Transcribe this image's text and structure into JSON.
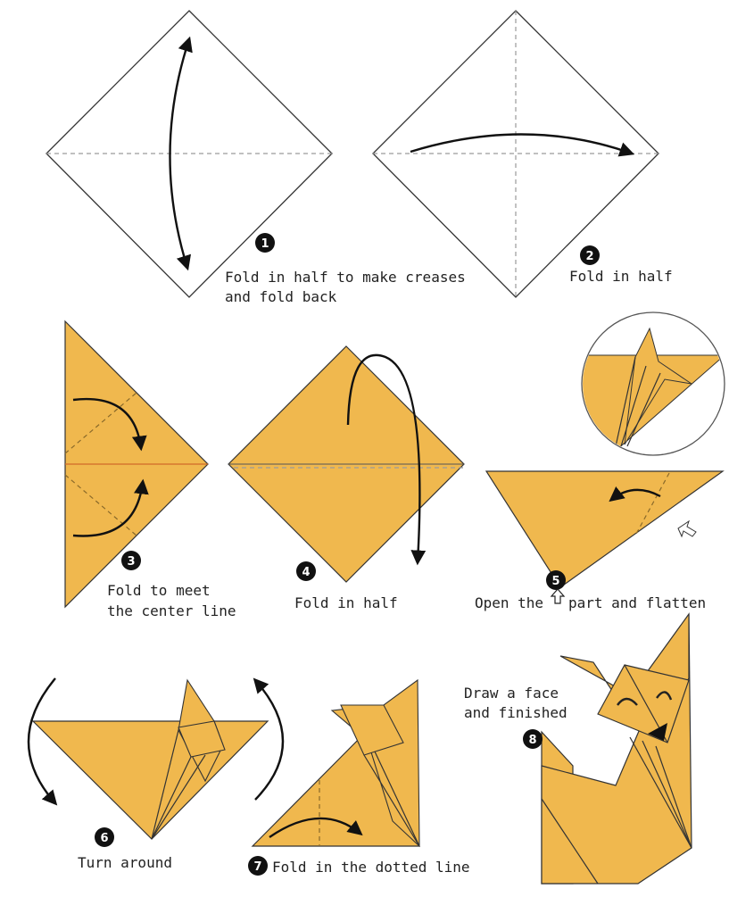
{
  "colors": {
    "paper": "#f0b84e",
    "paper_dark": "#d99a2e",
    "white_paper": "#ffffff",
    "line": "#333333",
    "badge": "#111111",
    "eye_mark": "#222222",
    "nose": "#111111"
  },
  "steps": [
    {
      "number": "1",
      "lines": [
        "Fold in half to make creases",
        "and fold back"
      ]
    },
    {
      "number": "2",
      "lines": [
        "Fold in half"
      ]
    },
    {
      "number": "3",
      "lines": [
        "Fold to meet",
        "the center line"
      ]
    },
    {
      "number": "4",
      "lines": [
        "Fold in half"
      ]
    },
    {
      "number": "5",
      "lines": [
        "Open the",
        "part and flatten"
      ],
      "icon": "hollow-up-arrow-icon"
    },
    {
      "number": "6",
      "lines": [
        "Turn around"
      ]
    },
    {
      "number": "7",
      "lines": [
        "Fold in the dotted line"
      ]
    },
    {
      "number": "8",
      "lines": [
        "Draw a face",
        "and finished"
      ]
    }
  ]
}
